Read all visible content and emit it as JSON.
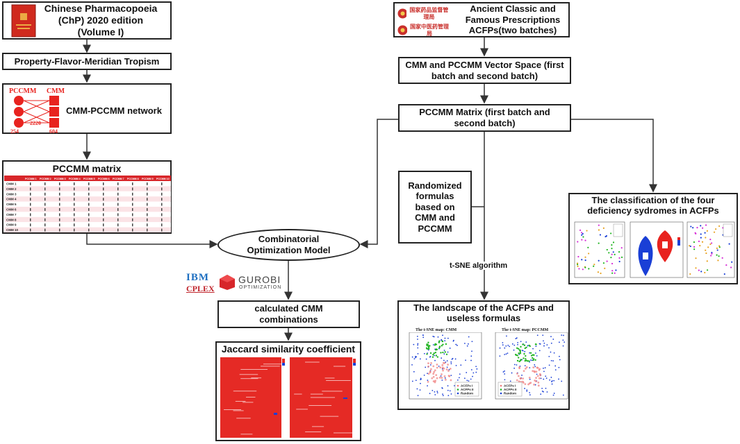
{
  "left": {
    "chp_box": "Chinese Pharmacopoeia (ChP) 2020 edition (Volume I)",
    "property_box": "Property-Flavor-Meridian Tropism",
    "network_box": {
      "title": "CMM-PCCMM network",
      "left_label": "PCCMM",
      "right_label": "CMM",
      "left_count": "254",
      "middle_count": "2220",
      "right_count": "604"
    },
    "matrix_box": {
      "title": "PCCMM matrix",
      "columns": [
        "PCCMM 1",
        "PCCMM 2",
        "PCCMM 3",
        "PCCMM 4",
        "PCCMM 5",
        "PCCMM 6",
        "PCCMM 7",
        "PCCMM 8",
        "PCCMM 9",
        "PCCMM 10"
      ],
      "rows": [
        "CMM 1",
        "CMM 2",
        "CMM 3",
        "CMM 4",
        "CMM 5",
        "CMM 6",
        "CMM 7",
        "CMM 8",
        "CMM 9",
        "CMM 10"
      ]
    },
    "optimization": "Combinatorial Optimization Model",
    "solvers": {
      "ibm": "IBM",
      "cplex": "CPLEX",
      "gurobi": "GUROBI",
      "gurobi_sub": "OPTIMIZATION"
    },
    "calculated_box": "calculated CMM combinations",
    "jaccard_box": {
      "title": "Jaccard similarity coefficient"
    }
  },
  "right": {
    "ancient_box": "Ancient Classic and Famous Prescriptions ACFPs(two batches)",
    "logos": {
      "logo1": "国家药品监督管理局",
      "logo2": "国家中医药管理局"
    },
    "vector_box": "CMM and PCCMM Vector Space (first batch and second batch)",
    "pccmm_matrix_box": "PCCMM Matrix (first batch and second batch)",
    "randomized_box": "Randomized formulas based on CMM and PCCMM",
    "tsne_label": "t-SNE algorithm",
    "landscape_box": {
      "title": "The landscape of the ACFPs and useless formulas",
      "plot1_title": "The t-SNE map: CMM",
      "plot2_title": "The t-SNE map: PCCMM",
      "legend": [
        "ACFPs I",
        "ACFPs II",
        "Random"
      ]
    },
    "classification_box": {
      "title": "The classification of the four deficiency sydromes in ACFPs"
    }
  },
  "colors": {
    "red": "#e8231f",
    "blue": "#1a3fd6",
    "green": "#22b522",
    "magenta": "#d62ad6",
    "ibm_blue": "#1f70c1"
  }
}
